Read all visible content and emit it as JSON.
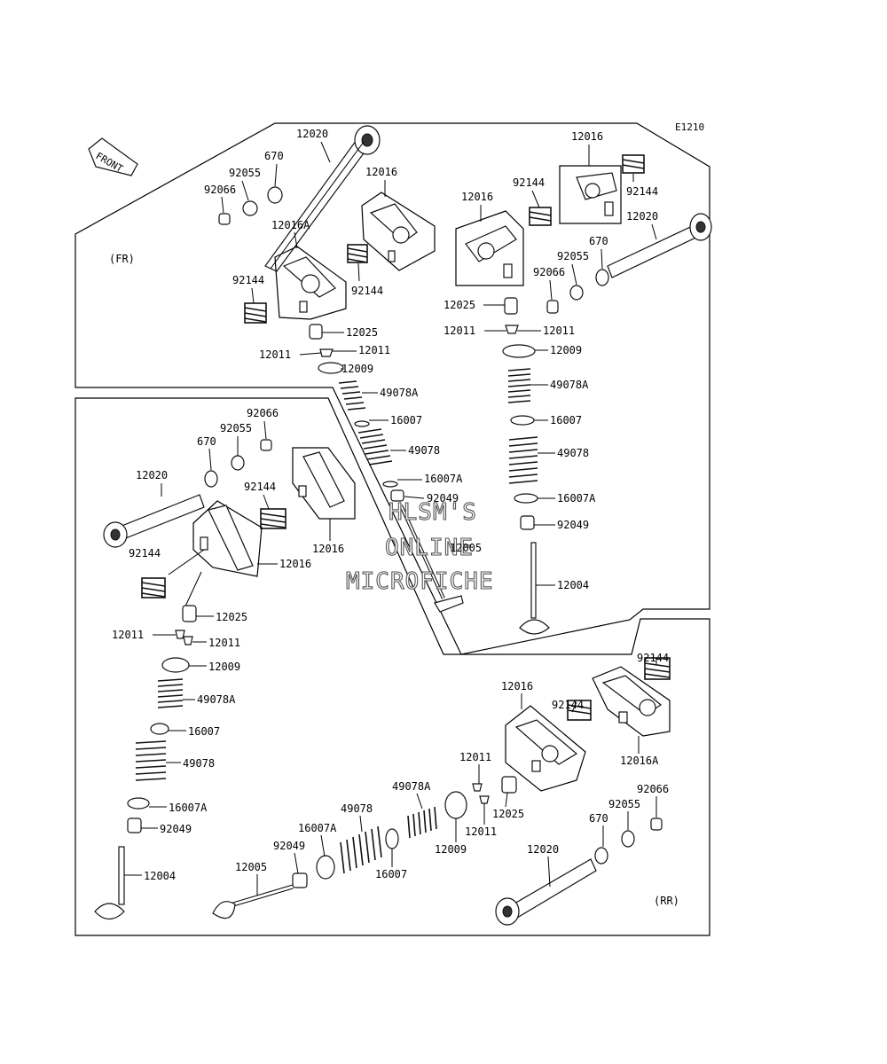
{
  "diagram": {
    "code": "E1210",
    "front_arrow_label": "FRONT",
    "sections": {
      "fr": "(FR)",
      "rr": "(RR)"
    },
    "watermark": [
      "HLSM'S",
      "ONLINE",
      "MICROFICHE"
    ],
    "labels": {
      "fr": {
        "p12020": "12020",
        "p670": "670",
        "p92055": "92055",
        "p92066": "92066",
        "p12016_a": "12016",
        "p12016A": "12016A",
        "p92144_a": "92144",
        "p92144_b": "92144",
        "p12016_b": "12016",
        "p92144_c": "92144",
        "p12016_c": "12016",
        "p92144_d": "92144",
        "p12020_b": "12020",
        "p670_b": "670",
        "p92055_b": "92055",
        "p92066_b": "92066",
        "p12025_a": "12025",
        "p12011_a": "12011",
        "p12011_b": "12011",
        "p12009_a": "12009",
        "p49078A_a": "49078A",
        "p16007_a": "16007",
        "p49078_a": "49078",
        "p16007A_a": "16007A",
        "p92049_a": "92049",
        "p12005_a": "12005",
        "p12025_b": "12025",
        "p12011_c": "12011",
        "p12011_d": "12011",
        "p12009_b": "12009",
        "p49078A_b": "49078A",
        "p16007_b": "16007",
        "p49078_b": "49078",
        "p16007A_b": "16007A",
        "p92049_b": "92049",
        "p12004_a": "12004"
      },
      "rr": {
        "p92066": "92066",
        "p670": "670",
        "p92055": "92055",
        "p12020": "12020",
        "p92144_a": "92144",
        "p12016_a": "12016",
        "p92144_b": "92144",
        "p12016_b": "12016",
        "p12025": "12025",
        "p12011_a": "12011",
        "p12011_b": "12011",
        "p12009": "12009",
        "p49078A": "49078A",
        "p16007": "16007",
        "p49078": "49078",
        "p16007A": "16007A",
        "p92049": "92049",
        "p12004": "12004",
        "q92144_a": "92144",
        "q12016": "12016",
        "q92144_b": "92144",
        "q12016A": "12016A",
        "q12011_a": "12011",
        "q12025": "12025",
        "q12011_b": "12011",
        "q49078A": "49078A",
        "q12009": "12009",
        "q49078": "49078",
        "q16007A": "16007A",
        "q16007": "16007",
        "q92049": "92049",
        "q12005": "12005",
        "q92066": "92066",
        "q92055": "92055",
        "q670": "670",
        "q12020": "12020"
      }
    }
  }
}
